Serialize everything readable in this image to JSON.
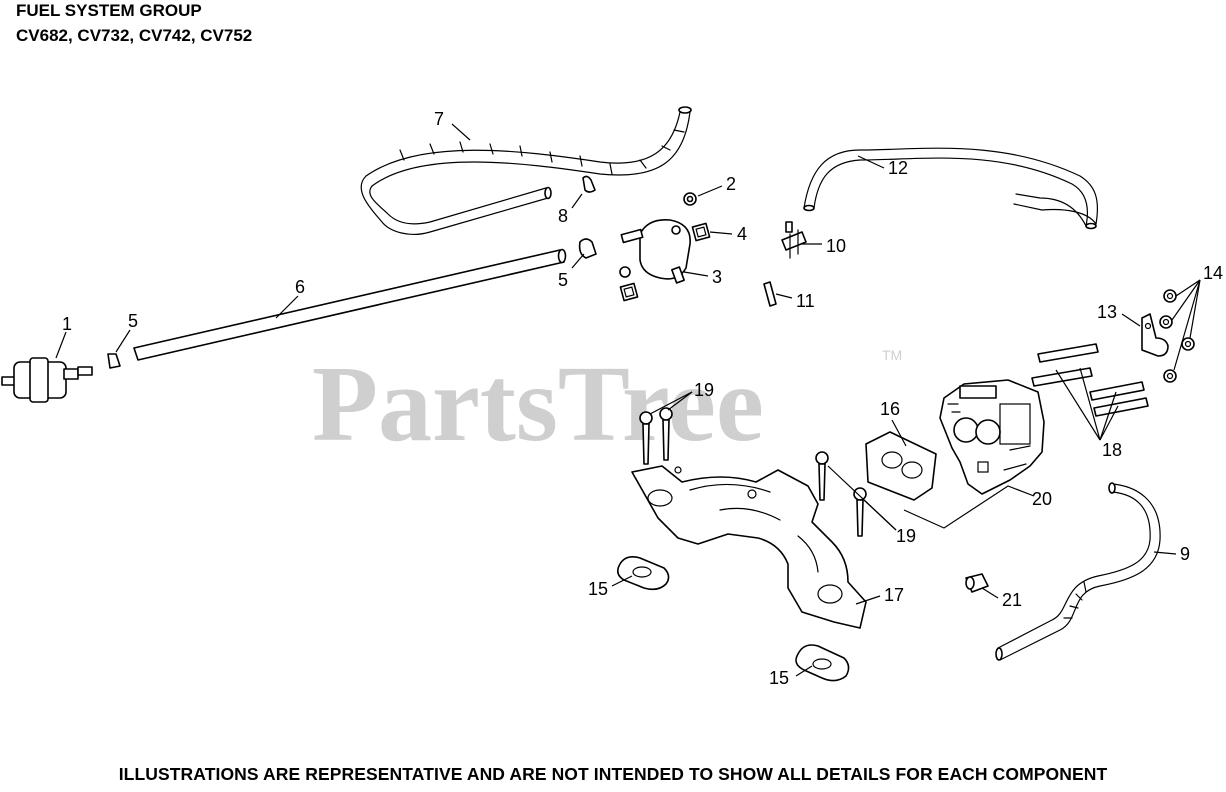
{
  "header": {
    "title": "FUEL SYSTEM GROUP",
    "models": "CV682, CV732, CV742, CV752"
  },
  "watermark": {
    "text": "PartsTree",
    "tm": "TM"
  },
  "footer": {
    "note": "ILLUSTRATIONS ARE REPRESENTATIVE AND ARE NOT INTENDED TO SHOW ALL DETAILS FOR EACH COMPONENT"
  },
  "callouts": {
    "c1": "1",
    "c2": "2",
    "c3": "3",
    "c4": "4",
    "c5a": "5",
    "c5b": "5",
    "c6": "6",
    "c7": "7",
    "c8": "8",
    "c9": "9",
    "c10": "10",
    "c11": "11",
    "c12": "12",
    "c13": "13",
    "c14": "14",
    "c15a": "15",
    "c15b": "15",
    "c16": "16",
    "c17": "17",
    "c18": "18",
    "c19a": "19",
    "c19b": "19",
    "c20": "20",
    "c21": "21"
  }
}
